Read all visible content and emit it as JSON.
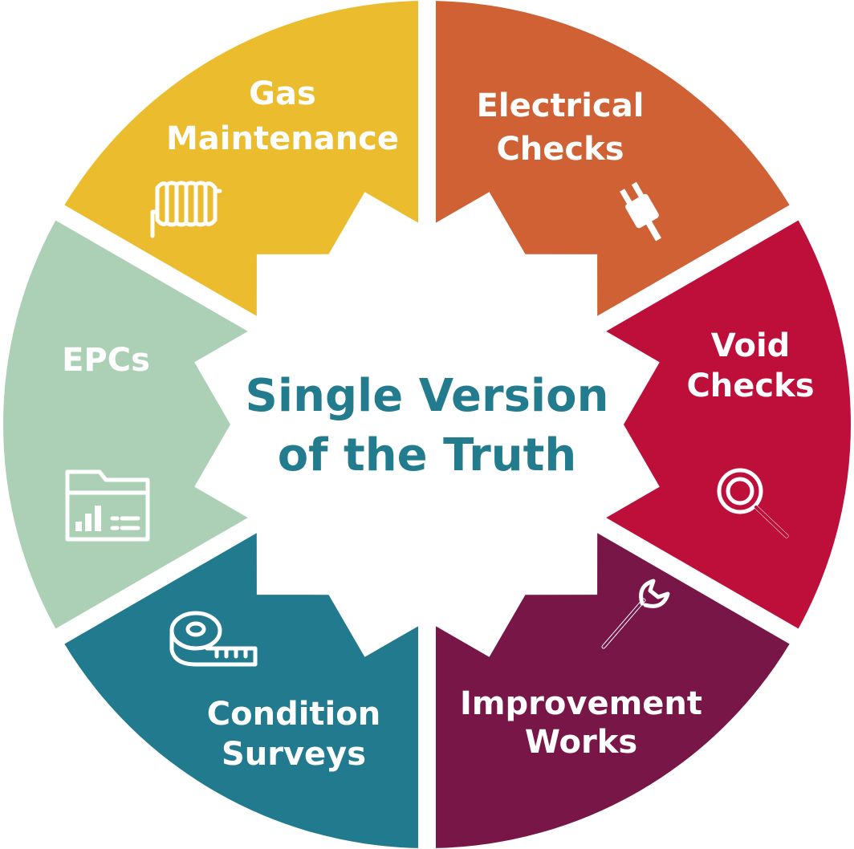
{
  "center": {
    "title_line1": "Single Version",
    "title_line2": "of the Truth",
    "color": "#227c8e"
  },
  "segments": [
    {
      "label_line1": "Gas",
      "label_line2": "Maintenance",
      "color": "#eabc2e",
      "icon": "radiator-icon"
    },
    {
      "label_line1": "Electrical",
      "label_line2": "Checks",
      "color": "#cf6135",
      "icon": "plug-icon"
    },
    {
      "label_line1": "Void",
      "label_line2": "Checks",
      "color": "#be0f3b",
      "icon": "magnifier-icon"
    },
    {
      "label_line1": "Improvement",
      "label_line2": "Works",
      "color": "#771647",
      "icon": "wrench-icon"
    },
    {
      "label_line1": "Condition",
      "label_line2": "Surveys",
      "color": "#217a8e",
      "icon": "tape-measure-icon"
    },
    {
      "label_line1": "EPCs",
      "label_line2": "",
      "color": "#acd0b6",
      "icon": "folder-chart-icon"
    }
  ]
}
